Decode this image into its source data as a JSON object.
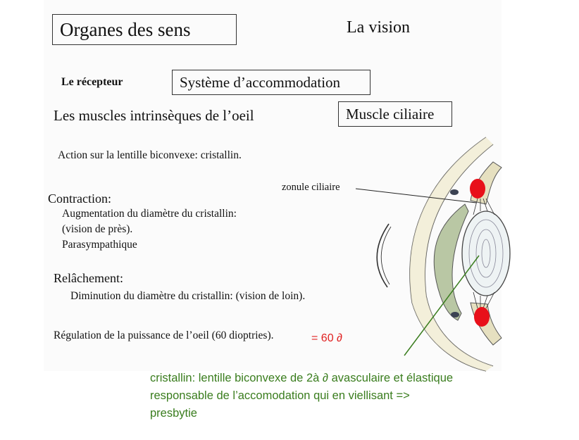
{
  "header": {
    "title": "Organes des sens",
    "subtitle": "La vision"
  },
  "section": {
    "label": "Le récepteur",
    "box1": "Système d’accommodation",
    "line": "Les muscles intrinsèques de l’oeil",
    "box2": "Muscle ciliaire"
  },
  "content": {
    "action": "Action sur la lentille biconvexe: cristallin.",
    "contraction_title": "Contraction:",
    "contraction_1": "Augmentation du diamètre du cristallin:",
    "contraction_2": "(vision de près).",
    "contraction_3": "Parasympathique",
    "relachement_title": "Relâchement:",
    "relachement_1": "Diminution du diamètre du cristallin: (vision de loin).",
    "regulation": "Régulation de la puissance de l’oeil (60 dioptries).",
    "regulation_note": "= 60 ∂"
  },
  "diagram": {
    "label_zonule": "zonule ciliaire"
  },
  "annotation": {
    "green_note": "cristallin: lentille biconvexe de 2à ∂ avasculaire et élastique responsable de l’accomodation qui en viellisant => presbytie"
  },
  "colors": {
    "red_note": "#e02020",
    "green_note": "#3a7d1e",
    "muscle_red": "#e8101a"
  }
}
